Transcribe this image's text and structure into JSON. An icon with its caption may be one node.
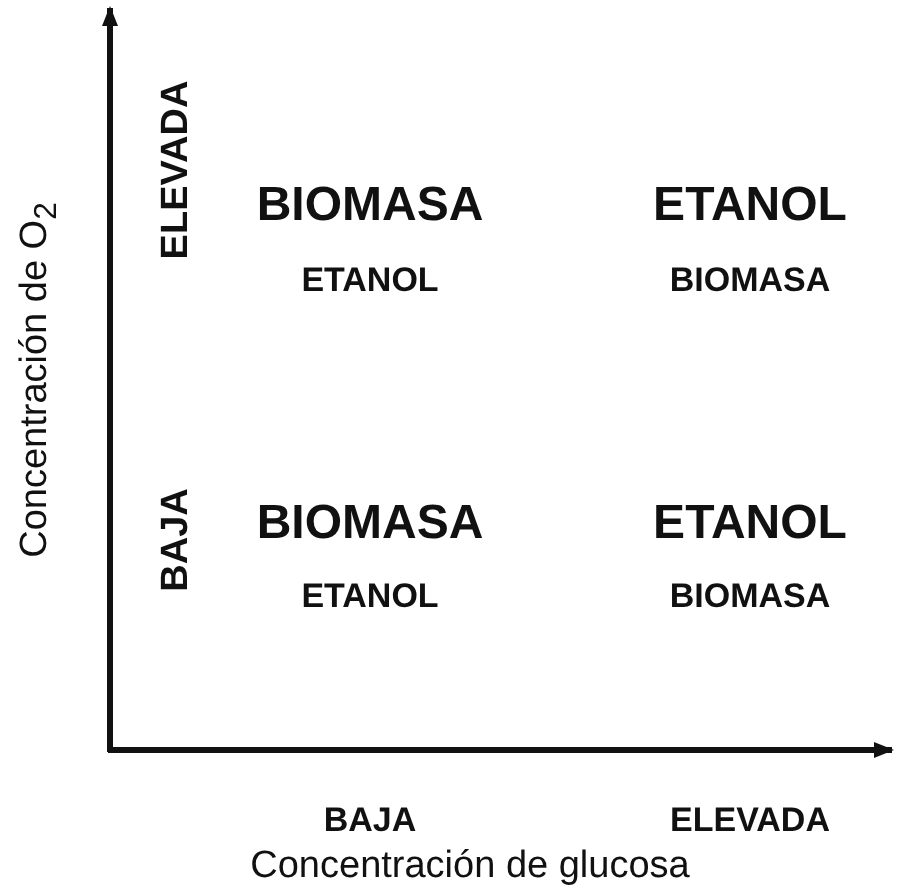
{
  "diagram": {
    "labels": [
      "Concentración de O$_{2}$",
      "ELEVADA",
      "BIOMASA",
      "ETANOL",
      "ETANOL",
      "BIOMASA",
      "BAJA",
      "BIOMASA",
      "ETANOL",
      "ETANOL",
      "BIOMASA",
      "BAJA",
      "ELEVADA",
      "Concentración de glucosa"
    ]
  }
}
